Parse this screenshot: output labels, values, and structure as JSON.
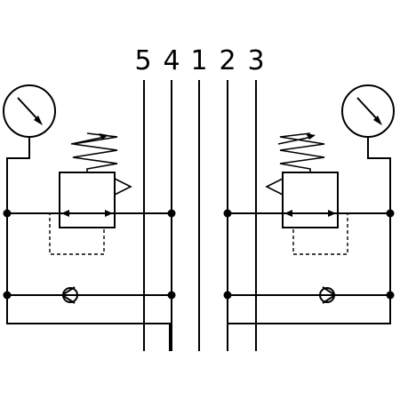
{
  "ports": [
    {
      "id": "port-5",
      "label": "5"
    },
    {
      "id": "port-4",
      "label": "4"
    },
    {
      "id": "port-1",
      "label": "1"
    },
    {
      "id": "port-2",
      "label": "2"
    },
    {
      "id": "port-3",
      "label": "3"
    }
  ],
  "components": {
    "left": [
      "pressure-gauge",
      "pressure-regulator",
      "check-valve"
    ],
    "right": [
      "pressure-gauge",
      "pressure-regulator",
      "check-valve"
    ]
  },
  "colors": {
    "line": "#000000",
    "background": "#ffffff"
  }
}
